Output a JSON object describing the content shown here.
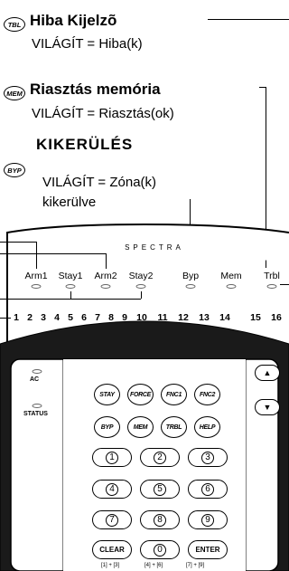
{
  "legend": {
    "tbl": {
      "icon": "TBL",
      "title": "Hiba Kijelzõ",
      "desc": "VILÁGÍT = Hiba(k)"
    },
    "mem": {
      "icon": "MEM",
      "title": "Riasztás memória",
      "desc": "VILÁGÍT = Riasztás(ok)"
    },
    "byp": {
      "icon": "BYP",
      "title": "KIKERÜLÉS",
      "desc_line1": "VILÁGÍT = Zóna(k)",
      "desc_line2": "kikerülve"
    }
  },
  "brand": "SPECTRA",
  "leds": [
    "Arm1",
    "Stay1",
    "Arm2",
    "Stay2",
    "Byp",
    "Mem",
    "Trbl"
  ],
  "zones": [
    "1",
    "2",
    "3",
    "4",
    "5",
    "6",
    "7",
    "8",
    "9",
    "10",
    "11",
    "12",
    "13",
    "14",
    "15",
    "16"
  ],
  "status_leds": {
    "ac": "AC",
    "status": "STATUS"
  },
  "function_keys": {
    "row1": [
      "STAY",
      "FORCE",
      "FNC1",
      "FNC2"
    ],
    "row2": [
      "BYP",
      "MEM",
      "TRBL",
      "HELP"
    ]
  },
  "keypad": {
    "rows": [
      [
        "1",
        "2",
        "3"
      ],
      [
        "4",
        "5",
        "6"
      ],
      [
        "7",
        "8",
        "9"
      ]
    ],
    "clear": "CLEAR",
    "zero": "0",
    "enter": "ENTER"
  },
  "side_keys": {
    "up": "▲",
    "down": "▼"
  },
  "panic": {
    "police_caption": "[1] + [3]",
    "aux_caption": "[4] + [6]",
    "fire_caption": "[7] + [9]"
  },
  "colors": {
    "outline": "#000000",
    "led_off": "#ffffff"
  }
}
